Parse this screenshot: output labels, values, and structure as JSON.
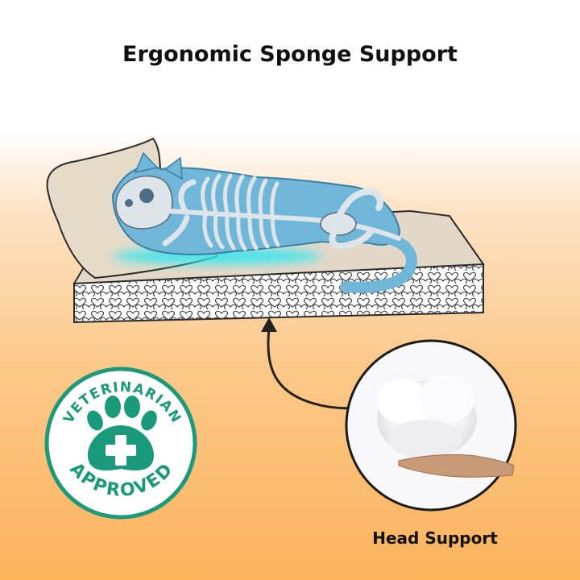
{
  "title": "Ergonomic Sponge Support",
  "badge": {
    "top_text": "VETERINARIAN",
    "bottom_text": "APPROVED",
    "color": "#1a9a7a"
  },
  "caption": "Head Support",
  "colors": {
    "mattress_top": "#e3d8c8",
    "foam": "#ffffff",
    "skeleton_body": "#6fb6d8",
    "glow": "#35e6f0",
    "background_bottom": "#fbb35c"
  }
}
